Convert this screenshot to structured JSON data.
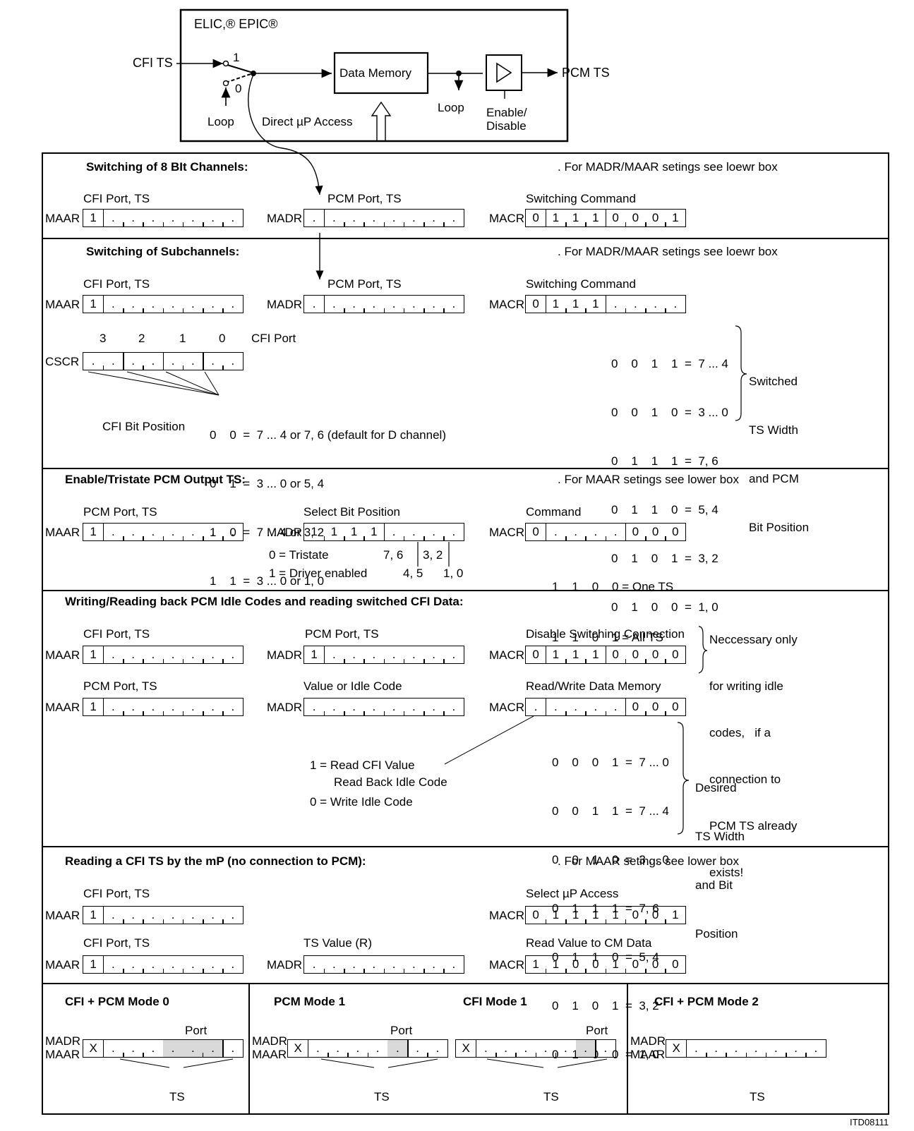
{
  "top": {
    "chip": "ELIC,® EPIC®",
    "cfi_ts": "CFI TS",
    "sw1": "1",
    "sw0": "0",
    "loop_left": "Loop",
    "direct": "Direct  µP  Access",
    "data_memory": "Data Memory",
    "loop_right": "Loop",
    "enable": "Enable/",
    "disable": "Disable",
    "pcm_ts": "PCM TS"
  },
  "s1": {
    "title": "Switching of  8 BIt Channels:",
    "note": ". For MADR/MAAR setings see loewr box",
    "l1": "CFI Port, TS",
    "l2": "PCM Port, TS",
    "l3": "Switching Command",
    "maar": "MAAR",
    "madr": "MADR",
    "macr": "MACR"
  },
  "s2": {
    "title": "Switching of Subchannels:",
    "note": ". For MADR/MAAR setings see loewr box",
    "l1": "CFI Port, TS",
    "l2": "PCM Port, TS",
    "l3": "Switching Command",
    "maar": "MAAR",
    "madr": "MADR",
    "macr": "MACR",
    "csc_nums": [
      "3",
      "2",
      "1",
      "0"
    ],
    "cfi_port": "CFI Port",
    "cscr": "CSCR",
    "cfi_bit": "CFI Bit Position",
    "bitpos": [
      "0    0  =  7 ... 4 or 7, 6 (default for D channel)",
      "0    1  =  3 ... 0 or 5, 4",
      "1    0  =  7 ... 4 or 3, 2",
      "1    1  =  3 ... 0 or 1, 0"
    ],
    "codes": [
      "0    0    1    1  =  7 ... 4",
      "0    0    1    0  =  3 ... 0",
      "0    1    1    1  =  7, 6",
      "0    1    1    0  =  5, 4",
      "0    1    0    1  =  3, 2",
      "0    1    0    0  =  1, 0"
    ],
    "switched": [
      "Switched",
      "TS Width",
      "and PCM",
      "Bit Position"
    ]
  },
  "s3": {
    "title": "Enable/Tristate PCM Output TS:",
    "note": ". For MAAR setings see lower box",
    "l1": "PCM Port, TS",
    "l2": "Select Bit Position",
    "l3": "Command",
    "maar": "MAAR",
    "madr": "MADR",
    "macr": "MACR",
    "tri": "0 = Tristate",
    "drv": "1 = Driver enabled",
    "b76": "7, 6",
    "b32": "3, 2",
    "b45": "4, 5",
    "b10": "1, 0",
    "cmd1": "1    1    0    0 = One TS",
    "cmd2": "1    1    0    1 = All TS"
  },
  "s4": {
    "title": "Writing/Reading back PCM Idle Codes and reading switched CFI Data:",
    "l1": "CFI Port, TS",
    "l2": "PCM Port, TS",
    "l3": "Disable Switching Connection",
    "l4": "PCM Port, TS",
    "l5": "Value or Idle Code",
    "l6": "Read/Write Data Memory",
    "maar": "MAAR",
    "madr": "MADR",
    "macr": "MACR",
    "nec": [
      "Neccessary only",
      "for writing idle",
      "codes,   if a",
      "connection to",
      "PCM TS already",
      "exists!"
    ],
    "codes": [
      "0    0    0    1  =  7 ... 0",
      "0    0    1    1  =  7 ... 4",
      "0    0    1    0  =  3 ... 0",
      "0    1    1    1  =  7, 6",
      "0    1    1    0  =  5, 4",
      "0    1    0    1  =  3, 2",
      "0    1    0    0  =  1, 0"
    ],
    "desired": [
      "Desired",
      "TS Width",
      "and Bit",
      "Position"
    ],
    "read1": "1 = Read CFI Value",
    "read2": "Read Back Idle Code",
    "write0": "0 = Write Idle Code"
  },
  "s5": {
    "title": "Reading a CFI TS by the  mP (no connection to PCM):",
    "note": ". For MAAR setings see lower box",
    "l1": "CFI Port, TS",
    "l2": "Select  µP  Access",
    "l3": "CFI Port, TS",
    "l4": "TS Value (R)",
    "l5": "Read Value to CM Data",
    "maar": "MAAR",
    "madr": "MADR",
    "macr": "MACR"
  },
  "s6": {
    "m0": "CFI + PCM Mode 0",
    "pm1": "PCM Mode 1",
    "cm1": "CFI Mode 1",
    "m2": "CFI + PCM Mode 2",
    "port": "Port",
    "ts": "TS",
    "madr": "MADR",
    "maar": "MAAR"
  },
  "footer": "ITD08111"
}
